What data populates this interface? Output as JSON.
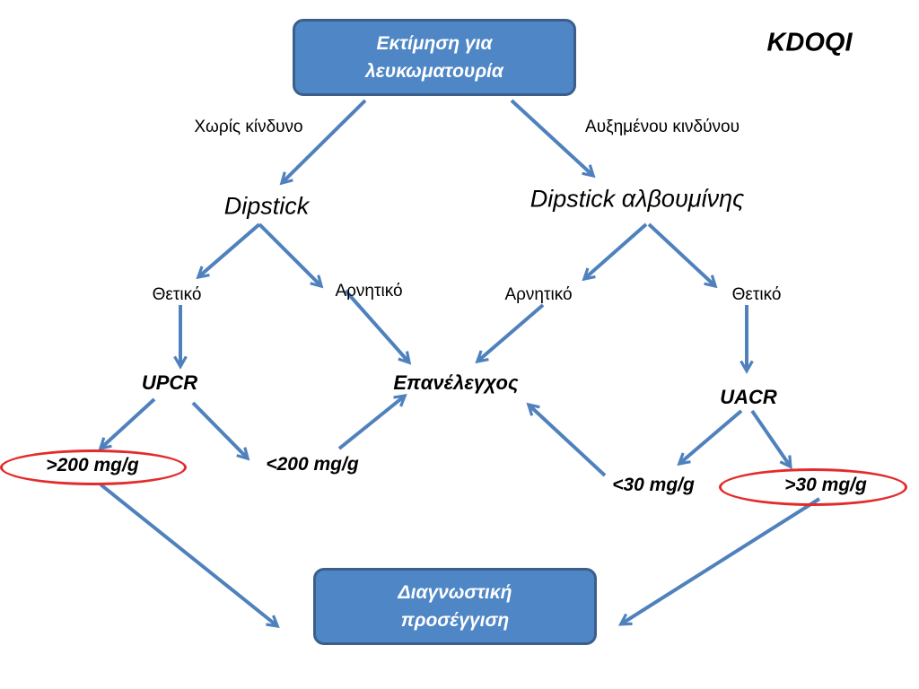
{
  "title": "KDOQI",
  "top_box": {
    "line1": "Εκτίμηση για",
    "line2": "λευκωματουρία"
  },
  "bottom_box": {
    "line1": "Διαγνωστική",
    "line2": "προσέγγιση"
  },
  "branches": {
    "no_risk": "Χωρίς  κίνδυνο",
    "high_risk": "Αυξημένου κινδύνου"
  },
  "left": {
    "test": "Dipstick",
    "positive": "Θετικό",
    "negative": "Αρνητικό",
    "ratio": "UPCR",
    "high": ">200 mg/g",
    "low": "<200 mg/g"
  },
  "right": {
    "test": "Dipstick αλβουμίνης",
    "negative": "Αρνητικό",
    "positive": "Θετικό",
    "ratio": "UACR",
    "low": "<30 mg/g",
    "high": ">30 mg/g"
  },
  "recheck": "Επανέλεγχος",
  "colors": {
    "box_fill": "#4f86c6",
    "box_border": "#3b5f8a",
    "arrow": "#4f81bd",
    "highlight": "#e32b2b"
  }
}
